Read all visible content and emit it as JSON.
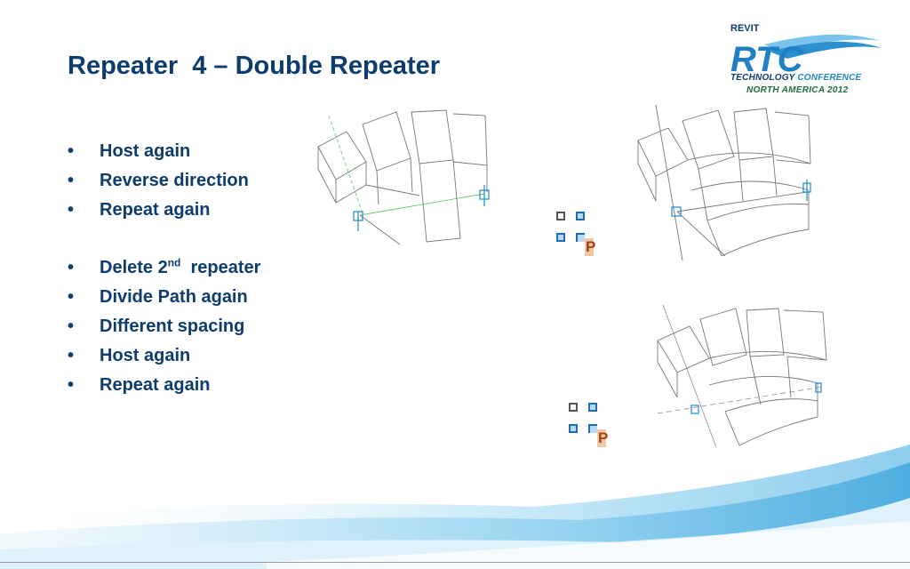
{
  "slide": {
    "title": "Repeater  4 – Double Repeater",
    "bullet_glyph": "•",
    "bullets_group1": [
      "Host again",
      "Reverse direction",
      "Repeat again"
    ],
    "bullet_delete_prefix": "Delete 2",
    "bullet_delete_sup": "nd",
    "bullet_delete_suffix": "  repeater",
    "bullets_group2": [
      "Divide Path again",
      "Different spacing",
      "Host again",
      "Repeat again"
    ]
  },
  "logo": {
    "line1": "REVIT",
    "line2": "RTC",
    "line3_a": "TECHNOLOGY",
    "line3_b": "CONFERENCE",
    "line4": "NORTH AMERICA 2012"
  },
  "icons": {
    "tool_glyph": "P",
    "tool_icon_name": "repeater-tool-icon"
  },
  "colors": {
    "title": "#0d3c6e",
    "wave": "#3fa6dc",
    "tool_orange": "#a0431a"
  }
}
